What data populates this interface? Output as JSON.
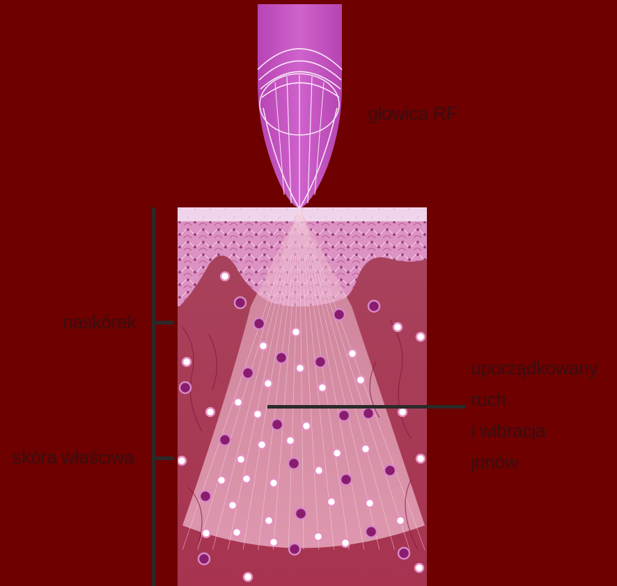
{
  "labels": {
    "probe": "głowica RF",
    "epidermis": "naskórek",
    "dermis": "skóra właściwa",
    "ions": "uporządkowany\nruch\ni wibracja\njonów"
  },
  "colors": {
    "background": "#6e0000",
    "probe": "#c24fbf",
    "label_text": "#3a0d10",
    "skin_dermis": "#a83a5a",
    "skin_epidermis": "#d98fc0",
    "cone": "#e7a9c4",
    "cell_light": "#ffffff",
    "cell_dark": "#8a1c6e",
    "bracket": "#2a2a2a"
  },
  "icons": {
    "probe": "rf-probe-icon",
    "skin": "skin-cross-section"
  }
}
